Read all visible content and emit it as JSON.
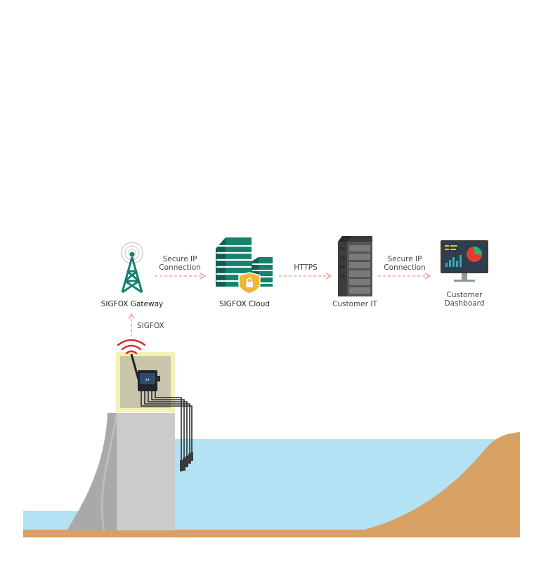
{
  "nodes": {
    "gateway": "SIGFOX Gateway",
    "cloud": "SIGFOX Cloud",
    "customer_it": "Customer IT",
    "dashboard": [
      "Customer",
      "Dashboard"
    ]
  },
  "links": {
    "gateway_cloud": [
      "Secure IP",
      "Connection"
    ],
    "cloud_it": "HTTPS",
    "it_dashboard": [
      "Secure IP",
      "Connection"
    ],
    "device_gateway": "SIGFOX"
  },
  "colors": {
    "teal": "#17816e",
    "arrow": "#f2a79d",
    "water": "#b2e2f3",
    "soil": "#d9a064",
    "dam": "#cbcbcb",
    "housing": "#f5f0b8",
    "signal": "#d7282f"
  }
}
